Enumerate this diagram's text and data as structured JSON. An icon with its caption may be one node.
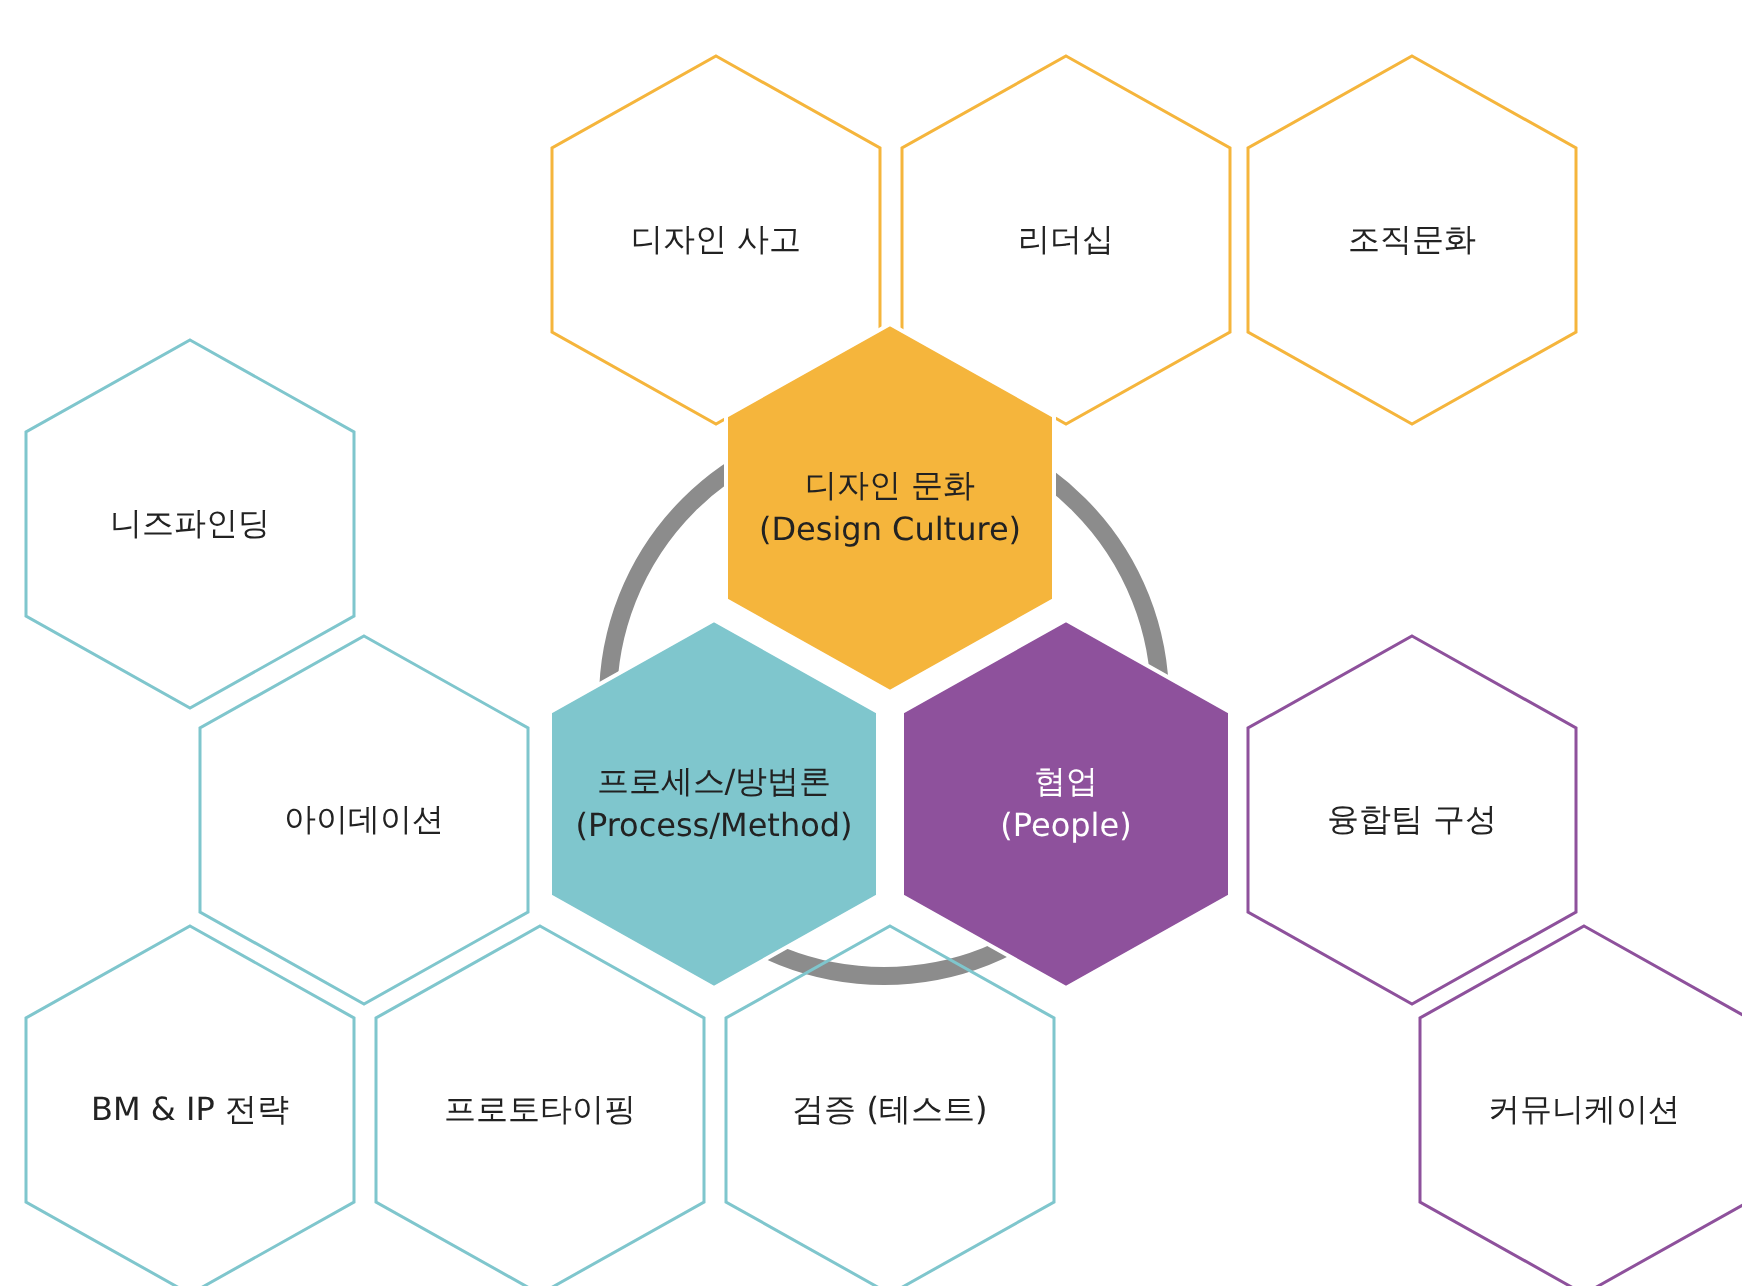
{
  "diagram": {
    "nodes": [
      {
        "text": [
          "디자인 사고"
        ]
      },
      {
        "text": [
          "리더십"
        ]
      },
      {
        "text": [
          "조직문화"
        ]
      },
      {
        "text": [
          "니즈파인딩"
        ]
      },
      {
        "text": [
          "디자인 문화",
          "(Design Culture)"
        ]
      },
      {
        "text": [
          "아이데이션"
        ]
      },
      {
        "text": [
          "프로세스/방법론",
          "(Process/Method)"
        ]
      },
      {
        "text": [
          "협업",
          "(People)"
        ]
      },
      {
        "text": [
          "융합팀 구성"
        ]
      },
      {
        "text": [
          "BM & IP 전략"
        ]
      },
      {
        "text": [
          "프로토타이핑"
        ]
      },
      {
        "text": [
          "검증 (테스트)"
        ]
      },
      {
        "text": [
          "커뮤니케이션"
        ]
      }
    ]
  }
}
